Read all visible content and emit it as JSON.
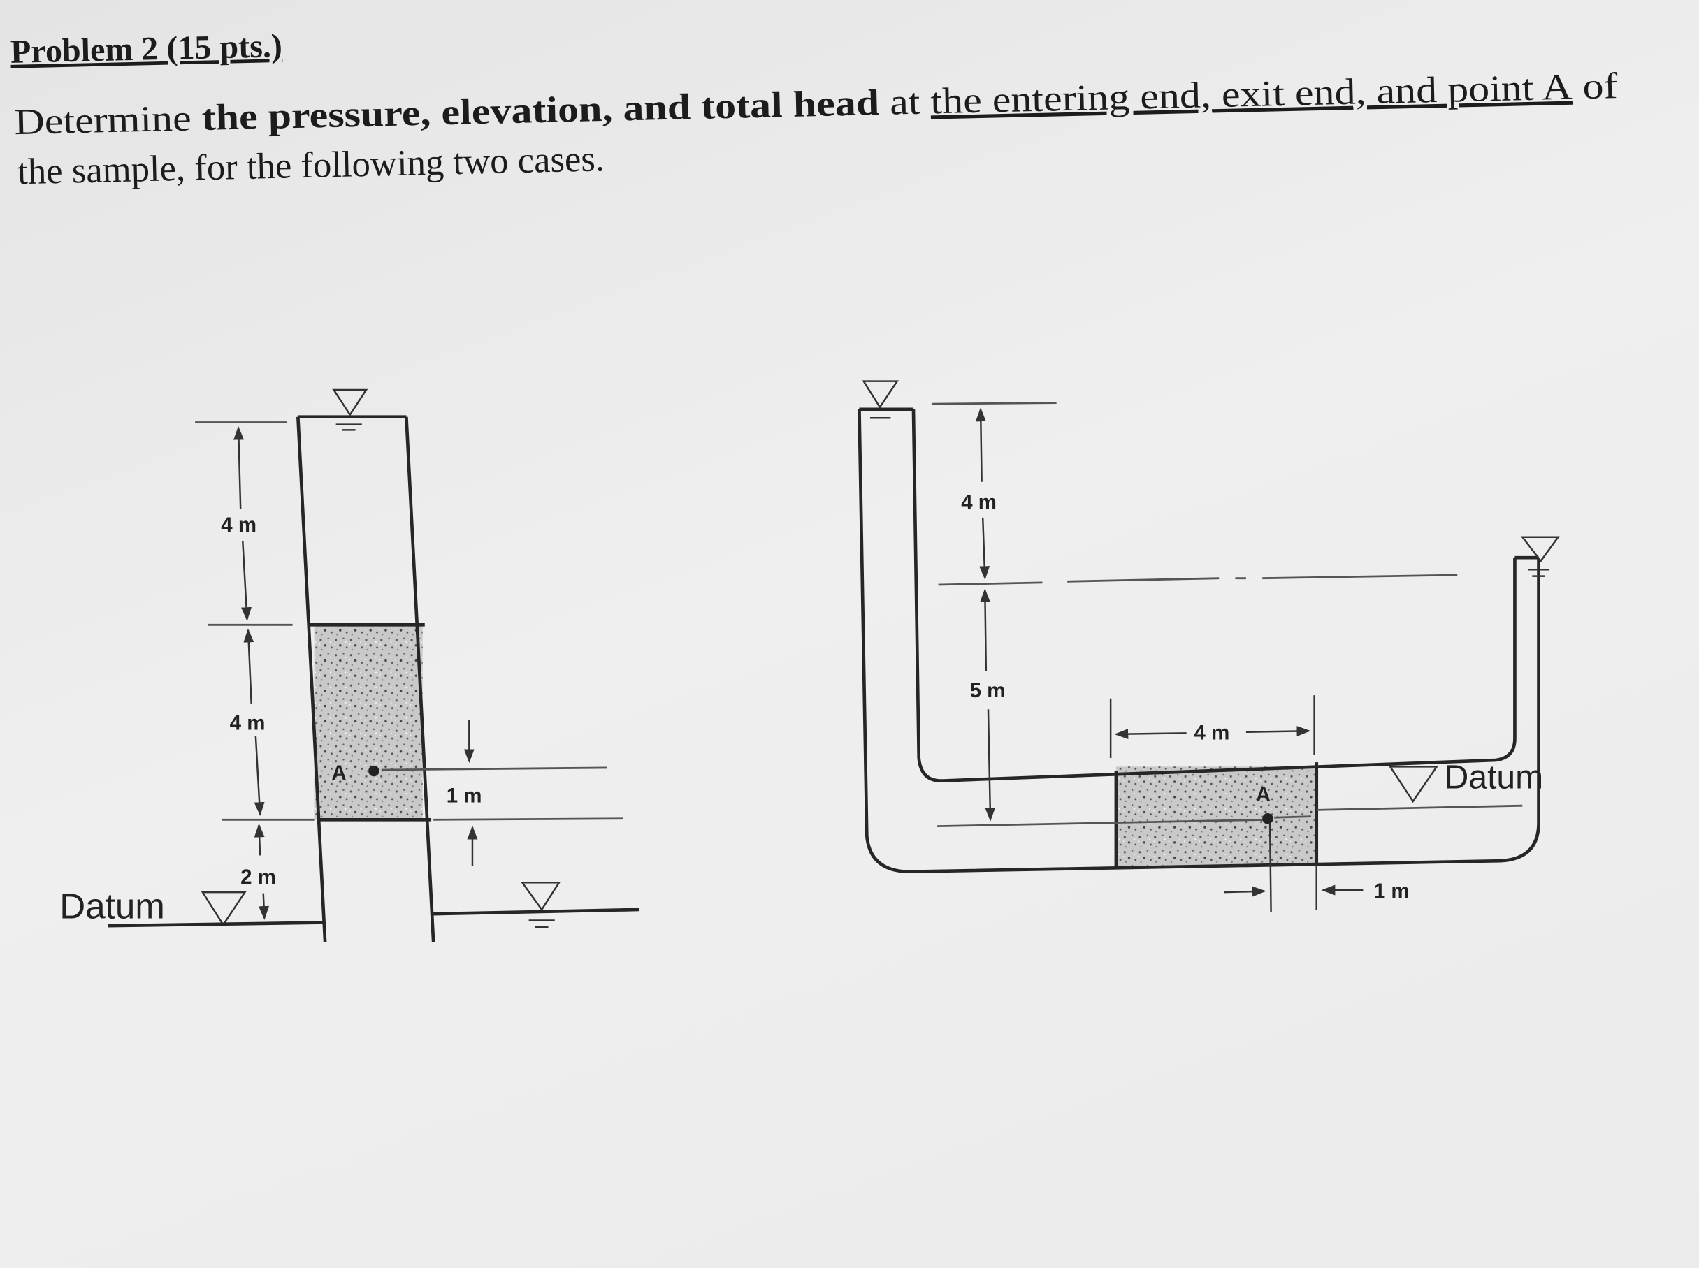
{
  "problem": {
    "title": "Problem 2 (15 pts.)",
    "line1": {
      "lead": "Determine ",
      "bold": "the pressure, elevation, and total head",
      "mid": " at ",
      "underlined": "the entering end, exit end, and point A",
      "tail": " of"
    },
    "line2": "the sample, for the following two cases."
  },
  "case1": {
    "dim_top": "4 m",
    "dim_mid": "4 m",
    "dim_bottom": "2 m",
    "dim_a": "1 m",
    "point_label": "A",
    "datum_label": "Datum"
  },
  "case2": {
    "dim_top": "4 m",
    "dim_mid": "5 m",
    "dim_width": "4 m",
    "dim_a": "1 m",
    "point_label": "A",
    "datum_label": "Datum"
  },
  "icons": [
    "water-level-triangle-icon",
    "datum-triangle-icon"
  ]
}
